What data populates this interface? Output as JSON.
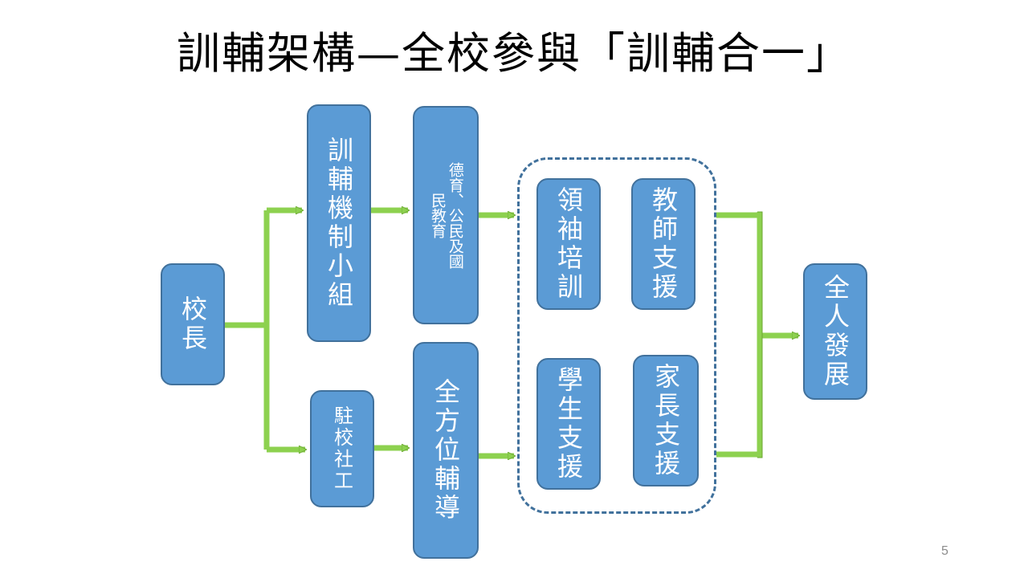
{
  "title": "訓輔架構—全校參與「訓輔合一」",
  "nodes": {
    "principal": "校長",
    "committee": "訓輔機制小組",
    "social_worker": "駐校社工",
    "civic_education": "德育、公民及國民教育",
    "all_round_guidance": "全方位輔導",
    "leadership_training": "領袖培訓",
    "teacher_support": "教師支援",
    "student_support": "學生支援",
    "parent_support": "家長支援",
    "whole_person_development": "全人發展"
  },
  "page_number": "5",
  "colors": {
    "box_fill": "#5b9bd5",
    "box_border": "#41719c",
    "arrow": "#8dd14f",
    "group_border": "#41719c"
  }
}
